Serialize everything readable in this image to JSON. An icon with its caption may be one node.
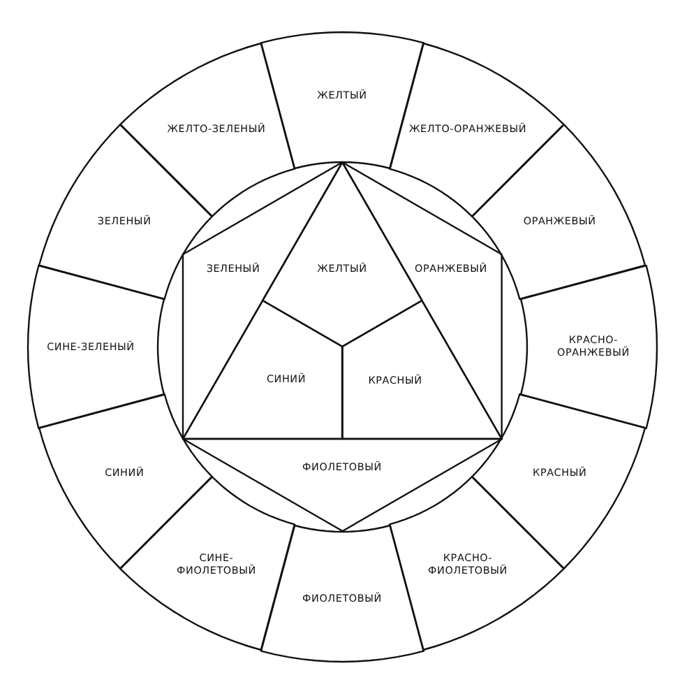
{
  "diagram": {
    "nodes": [
      {
        "text": [
          "ЖЕЛТЫЙ"
        ]
      },
      {
        "text": [
          "ЖЕЛТО-ОРАНЖЕВЫЙ"
        ]
      },
      {
        "text": [
          "ОРАНЖЕВЫЙ"
        ]
      },
      {
        "text": [
          "КРАСНО-ОРАНЖЕВЫЙ"
        ]
      },
      {
        "text": [
          "КРАСНЫЙ"
        ]
      },
      {
        "text": [
          "КРАСНО-ФИОЛЕТОВЫЙ"
        ]
      },
      {
        "text": [
          "ФИОЛЕТОВЫЙ"
        ]
      },
      {
        "text": [
          "СИНЕ-ФИОЛЕТОВЫЙ"
        ]
      },
      {
        "text": [
          "СИНИЙ"
        ]
      },
      {
        "text": [
          "СИНЕ-ЗЕЛЕНЫЙ"
        ]
      },
      {
        "text": [
          "ЗЕЛЕНЫЙ"
        ]
      },
      {
        "text": [
          "ЖЕЛТО-ЗЕЛЕНЫЙ"
        ]
      },
      {
        "text": [
          "ЗЕЛЕНЫЙ"
        ]
      },
      {
        "text": [
          "ЖЕЛТЫЙ"
        ]
      },
      {
        "text": [
          "ОРАНЖЕВЫЙ"
        ]
      },
      {
        "text": [
          "СИНИЙ"
        ]
      },
      {
        "text": [
          "КРАСНЫЙ"
        ]
      },
      {
        "text": [
          "ФИОЛЕТОВЫЙ"
        ]
      }
    ]
  }
}
